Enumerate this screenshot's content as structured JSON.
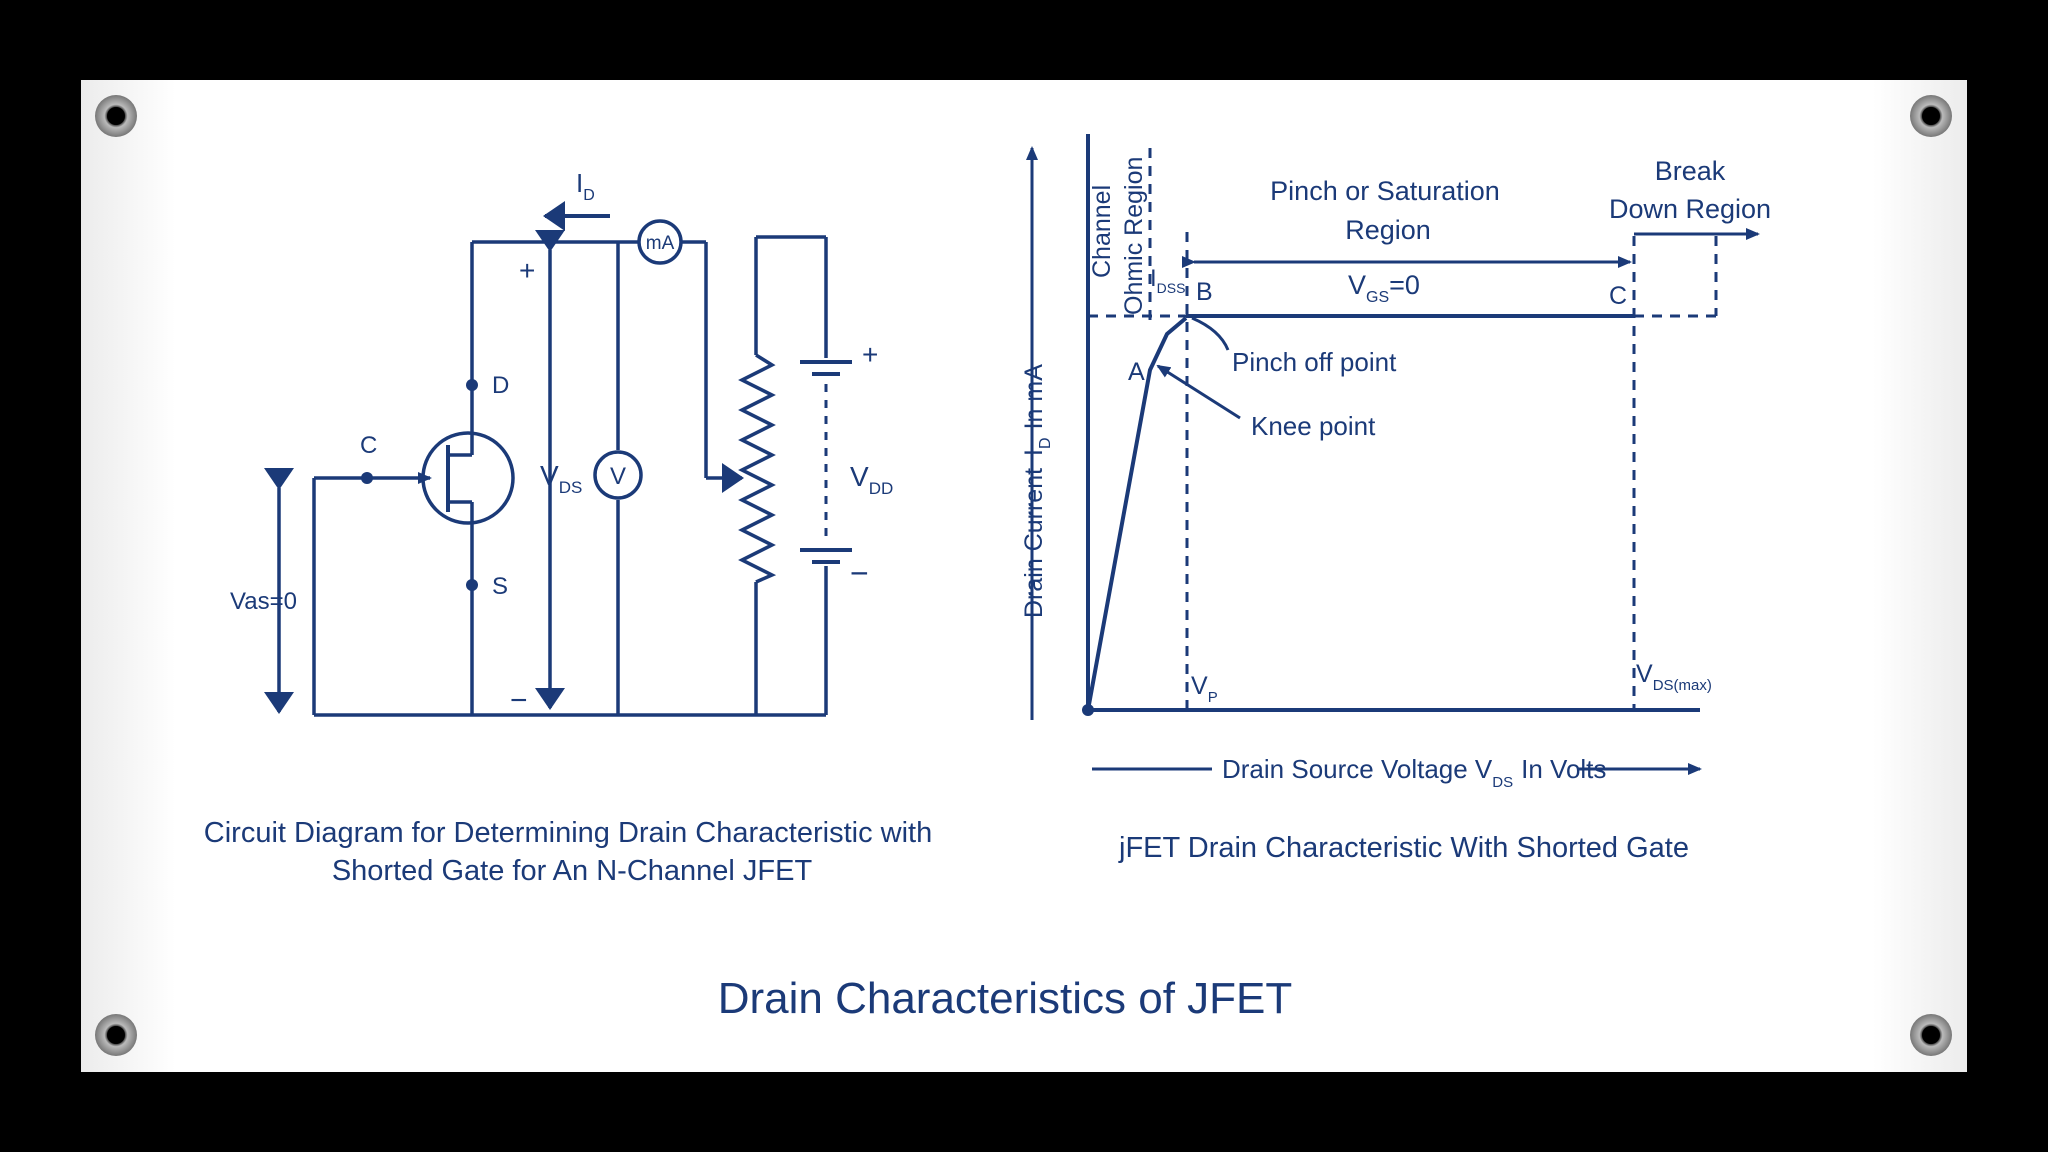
{
  "colors": {
    "background": "#000000",
    "board": "#ffffff",
    "ink": "#1b3a78"
  },
  "main_title": "Drain Characteristics of JFET",
  "circuit": {
    "caption_line1": "Circuit Diagram for Determining Drain Characteristic with",
    "caption_line2": "Shorted Gate for An N-Channel JFET",
    "label_id": "I",
    "label_id_sub": "D",
    "label_ma": "mA",
    "label_plus": "+",
    "label_minus": "−",
    "label_d": "D",
    "label_s": "S",
    "label_c": "C",
    "label_vds": "V",
    "label_vds_sub": "DS",
    "label_v": "V",
    "label_vdd": "V",
    "label_vdd_sub": "DD",
    "label_vgs": "Vas=0",
    "battery_plus": "+",
    "battery_minus": "−"
  },
  "characteristic": {
    "caption": "jFET Drain Characteristic With Shorted Gate",
    "y_axis_label": "Drain Current",
    "y_axis_label_i": "I",
    "y_axis_label_sub": "D",
    "y_axis_label_unit": "In mA",
    "x_axis_label_pre": "Drain Source Voltage V",
    "x_axis_label_sub": "DS",
    "x_axis_label_post": "In Volts",
    "ohmic_region_line1": "Channel",
    "ohmic_region_line2": "Ohmic Region",
    "idss": "I",
    "idss_sub": "DSS",
    "saturation_line1": "Pinch or Saturation",
    "saturation_line2": "Region",
    "breakdown_line1": "Break",
    "breakdown_line2": "Down Region",
    "vgs": "V",
    "vgs_sub": "GS",
    "vgs_value": "=0",
    "point_a": "A",
    "point_b": "B",
    "point_c": "C",
    "pinch_off": "Pinch off point",
    "knee": "Knee point",
    "vp": "V",
    "vp_sub": "P",
    "vdsmax": "V",
    "vdsmax_sub": "DS(max)"
  }
}
